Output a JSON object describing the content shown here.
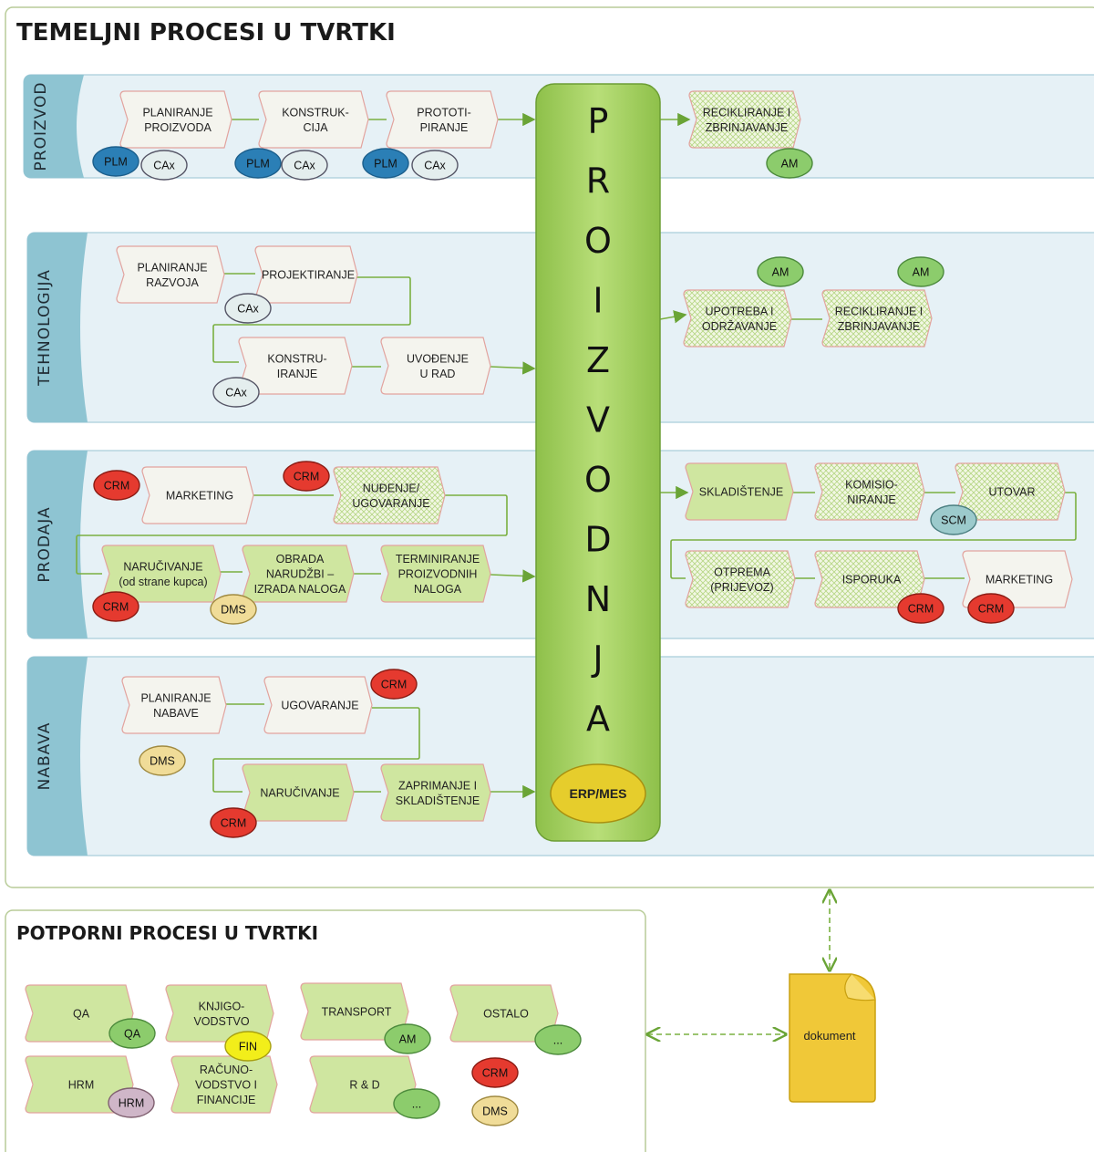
{
  "core_title": "TEMELJNI PROCESI U TVRTKI",
  "support_title": "POTPORNI PROCESI U TVRTKI",
  "production": {
    "letters": [
      "P",
      "R",
      "O",
      "I",
      "Z",
      "V",
      "O",
      "D",
      "N",
      "J",
      "A"
    ],
    "system": "ERP/MES"
  },
  "lanes": {
    "proizvod": "PROIZVOD",
    "tehnologija": "TEHNOLOGIJA",
    "prodaja": "PRODAJA",
    "nabava": "NABAVA"
  },
  "blocks": {
    "p1": [
      "PLANIRANJE",
      "PROIZVODA"
    ],
    "p2": [
      "KONSTRUK-",
      "CIJA"
    ],
    "p3": [
      "PROTOTI-",
      "PIRANJE"
    ],
    "p4": [
      "RECIKLIRANJE I",
      "ZBRINJAVANJE"
    ],
    "t1": [
      "PLANIRANJE",
      "RAZVOJA"
    ],
    "t2": [
      "PROJEKTIRANJE"
    ],
    "t3": [
      "KONSTRU-",
      "IRANJE"
    ],
    "t4": [
      "UVOĐENJE",
      "U RAD"
    ],
    "t5": [
      "UPOTREBA I",
      "ODRŽAVANJE"
    ],
    "t6": [
      "RECIKLIRANJE I",
      "ZBRINJAVANJE"
    ],
    "s1": [
      "MARKETING"
    ],
    "s2": [
      "NUĐENJE/",
      "UGOVARANJE"
    ],
    "s3": [
      "NARUČIVANJE",
      "(od strane kupca)"
    ],
    "s4": [
      "OBRADA",
      "NARUDŽBI –",
      "IZRADA NALOGA"
    ],
    "s5": [
      "TERMINIRANJE",
      "PROIZVODNIH",
      "NALOGA"
    ],
    "s6": [
      "SKLADIŠTENJE"
    ],
    "s7": [
      "KOMISIO-",
      "NIRANJE"
    ],
    "s8": [
      "UTOVAR"
    ],
    "s9": [
      "OTPREMA",
      "(PRIJEVOZ)"
    ],
    "s10": [
      "ISPORUKA"
    ],
    "s11": [
      "MARKETING"
    ],
    "n1": [
      "PLANIRANJE",
      "NABAVE"
    ],
    "n2": [
      "UGOVARANJE"
    ],
    "n3": [
      "NARUČIVANJE"
    ],
    "n4": [
      "ZAPRIMANJE I",
      "SKLADIŠTENJE"
    ],
    "q1": [
      "QA"
    ],
    "q2": [
      "KNJIGO-",
      "VODSTVO"
    ],
    "q3": [
      "TRANSPORT"
    ],
    "q4": [
      "OSTALO"
    ],
    "q5": [
      "HRM"
    ],
    "q6": [
      "RAČUNO-",
      "VODSTVO I",
      "FINANCIJE"
    ],
    "q7": [
      "R & D"
    ]
  },
  "tags": {
    "plm": "PLM",
    "cax": "CAx",
    "am": "AM",
    "crm": "CRM",
    "dms": "DMS",
    "scm": "SCM",
    "qa": "QA",
    "fin": "FIN",
    "hrm": "HRM",
    "more": "..."
  },
  "document_label": "dokument",
  "colors": {
    "lane_bg": "#e6f1f6",
    "lane_tab": "#8ec4d2",
    "production": "#9fcf5a",
    "block_green": "#cfe6a0",
    "block_white": "#f4f4ee",
    "plm": "#2b7fb6",
    "cax": "#e4eeee",
    "am": "#8ccc6c",
    "crm": "#e53a2f",
    "dms": "#f0dc98",
    "scm": "#9ccacc",
    "fin": "#f2ee1a",
    "hrm": "#cfb6c8",
    "erp": "#e6cd2c",
    "document": "#f0c838",
    "connector": "#7ab040"
  }
}
